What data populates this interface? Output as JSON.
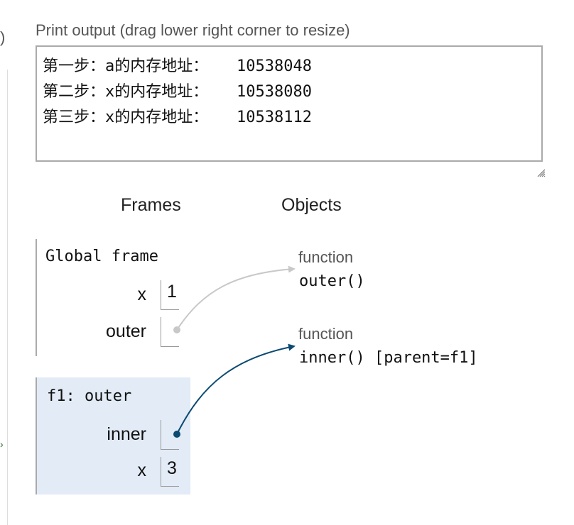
{
  "panel": {
    "print_label": "Print output (drag lower right corner to resize)",
    "output_lines": [
      "第一步：a的内存地址：   10538048",
      "第二步：x的内存地址：   10538080",
      "第三步：x的内存地址：   10538112"
    ]
  },
  "left_fragment": {
    "paren": ")",
    "mark": "›"
  },
  "headers": {
    "frames": "Frames",
    "objects": "Objects"
  },
  "frames": {
    "global": {
      "title": "Global frame",
      "vars": [
        {
          "name": "x",
          "value": "1"
        },
        {
          "name": "outer",
          "value": ""
        }
      ]
    },
    "f1": {
      "title": "f1: outer",
      "vars": [
        {
          "name": "inner",
          "value": ""
        },
        {
          "name": "x",
          "value": "3"
        }
      ]
    }
  },
  "objects": [
    {
      "type": "function",
      "name": "outer()"
    },
    {
      "type": "function",
      "name": "inner() [parent=f1]"
    }
  ],
  "colors": {
    "highlight_frame_bg": "#e2ebf6",
    "active_arrow": "#0b4a72",
    "inactive_arrow": "#c8c8c8"
  }
}
